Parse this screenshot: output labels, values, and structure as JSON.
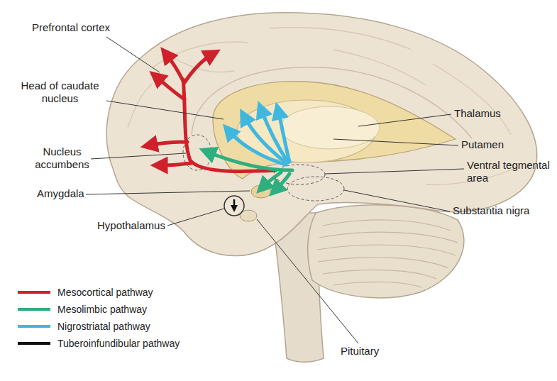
{
  "diagram": {
    "labels": [
      "Prefrontal cortex",
      "Head of caudate nucleus",
      "Thalamus",
      "Putamen",
      "Nucleus accumbens",
      "Ventral tegmental area",
      "Amygdala",
      "Substantia nigra",
      "Hypothalamus",
      "Pituitary"
    ],
    "legend": [
      {
        "text": "Mesocortical pathway",
        "color": "#d0202a"
      },
      {
        "text": "Mesolimbic pathway",
        "color": "#2fae7f"
      },
      {
        "text": "Nigrostriatal pathway",
        "color": "#3fb8e0"
      },
      {
        "text": "Tuberoinfundibular pathway",
        "color": "#111111"
      }
    ]
  }
}
